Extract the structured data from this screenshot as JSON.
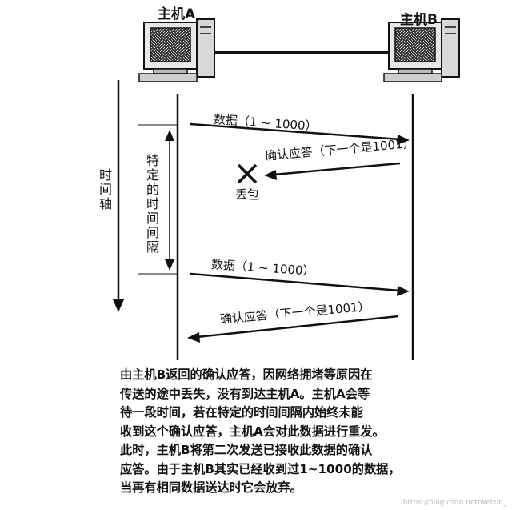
{
  "host_a": {
    "label": "主机A"
  },
  "host_b": {
    "label": "主机B"
  },
  "time_axis": {
    "label": "时间轴"
  },
  "interval": {
    "label": "特定的时间间隔"
  },
  "messages": [
    {
      "text": "数据（1 ~ 1000）"
    },
    {
      "text": "确认应答（下一个是1001）"
    },
    {
      "text": "数据（1 ~ 1000）"
    },
    {
      "text": "确认应答（下一个是1001）"
    }
  ],
  "loss": {
    "label": "丢包",
    "icon": "cross-icon"
  },
  "caption_lines": [
    "由主机B返回的确认应答，因网络拥堵等原因在",
    "传送的途中丢失，没有到达主机A。主机A会等",
    "待一段时间，若在特定的时间间隔内始终未能",
    "收到这个确认应答，主机A会对此数据进行重发。",
    "此时，主机B将第二次发送已接收此数据的确认",
    "应答。由于主机B其实已经收到过1~1000的数据，",
    "当再有相同数据送达时它会放弃。"
  ],
  "watermark": "https://blog.csdn.net/weixin_..."
}
